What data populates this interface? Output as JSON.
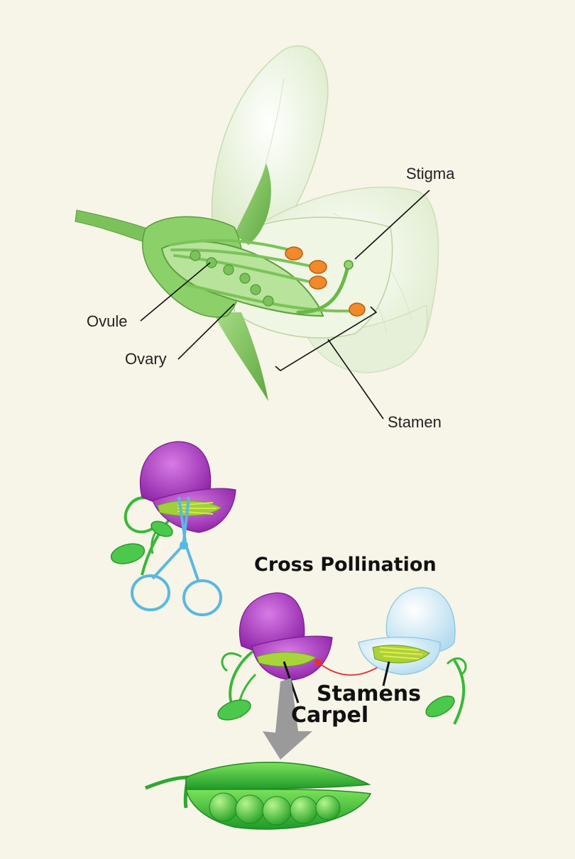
{
  "labels": {
    "stigma": "Stigma",
    "ovule": "Ovule",
    "ovary": "Ovary",
    "stamen": "Stamen",
    "cross_pollination": "Cross Pollination",
    "stamens": "Stamens",
    "carpel": "Carpel"
  },
  "colors": {
    "background": "#f7f4e8",
    "petal_white": "#eef4e2",
    "green_flower": "#7cc25a",
    "purple_petal": "#a030b8",
    "blue_petal": "#cfe8f4",
    "pea_green": "#3cc43c",
    "scissors_blue": "#5ab8e0",
    "arrow_gray": "#9a9a9a",
    "pollen_line": "#e03030"
  }
}
